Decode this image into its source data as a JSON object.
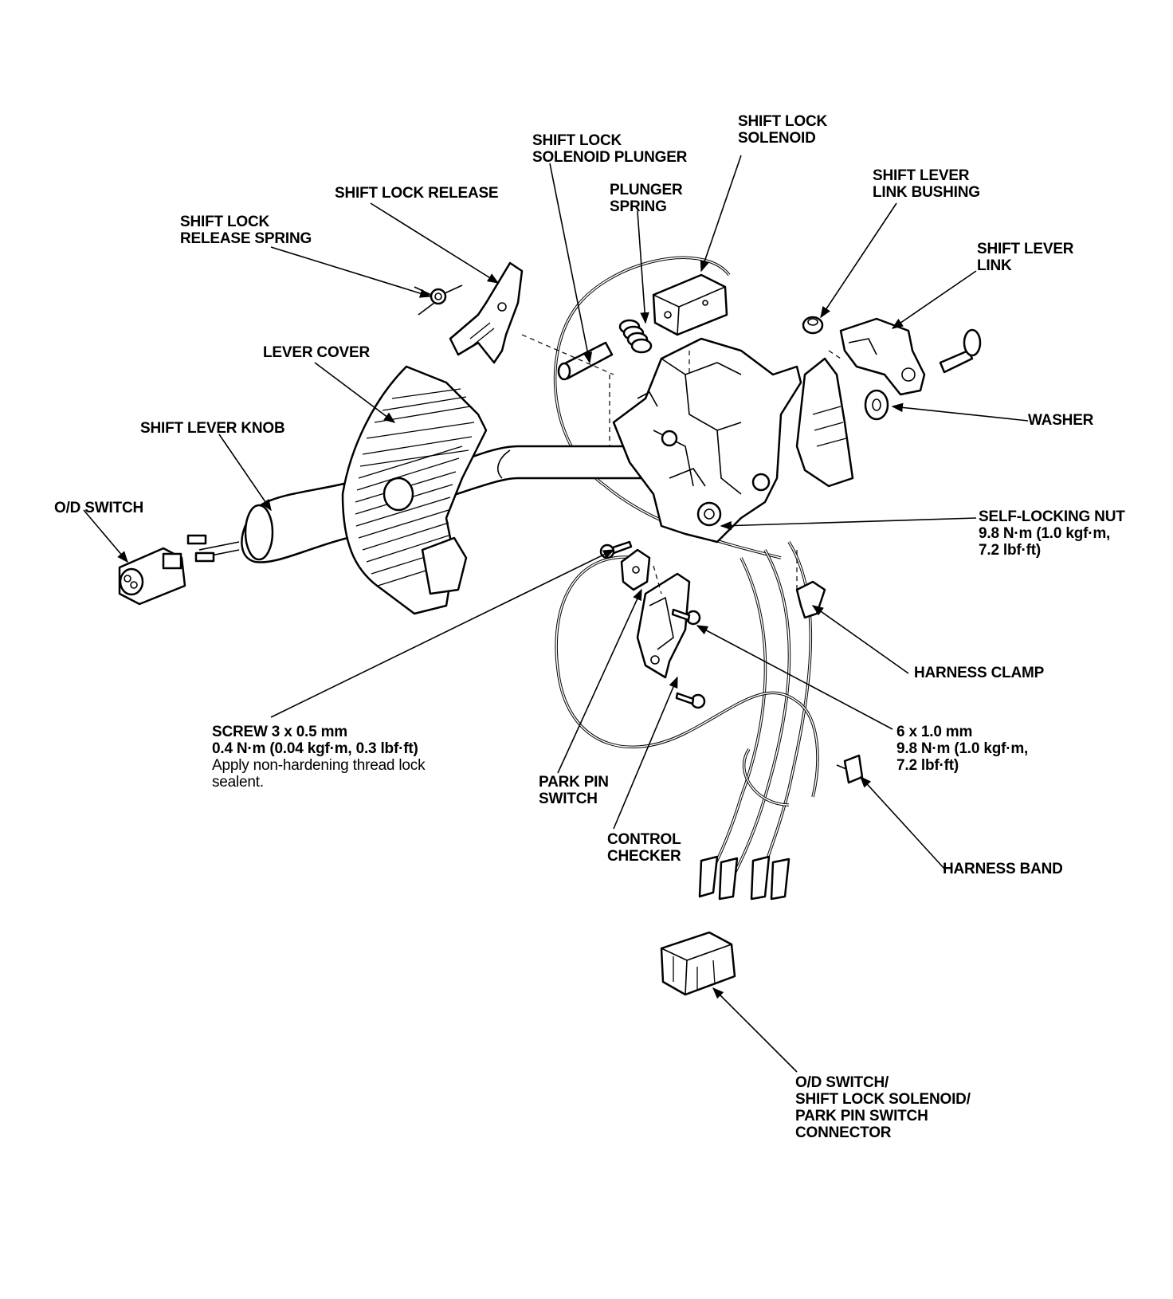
{
  "labels": {
    "shift_lock_solenoid": [
      "SHIFT LOCK",
      "SOLENOID"
    ],
    "shift_lock_solenoid_plunger": [
      "SHIFT LOCK",
      "SOLENOID PLUNGER"
    ],
    "plunger_spring": [
      "PLUNGER",
      "SPRING"
    ],
    "shift_lock_release": [
      "SHIFT LOCK RELEASE"
    ],
    "shift_lock_release_spring": [
      "SHIFT LOCK",
      "RELEASE SPRING"
    ],
    "shift_lever_link_bushing": [
      "SHIFT LEVER",
      "LINK BUSHING"
    ],
    "shift_lever_link": [
      "SHIFT LEVER",
      "LINK"
    ],
    "lever_cover": [
      "LEVER COVER"
    ],
    "shift_lever_knob": [
      "SHIFT LEVER KNOB"
    ],
    "washer": [
      "WASHER"
    ],
    "od_switch": [
      "O/D SWITCH"
    ],
    "self_locking_nut": [
      "SELF-LOCKING NUT",
      "9.8 N·m (1.0 kgf·m,",
      "7.2 lbf·ft)"
    ],
    "harness_clamp": [
      "HARNESS CLAMP"
    ],
    "screw": [
      "SCREW 3 x 0.5 mm",
      "0.4 N·m (0.04 kgf·m, 0.3 lbf·ft)"
    ],
    "screw_note": [
      "Apply non-hardening thread lock",
      "sealent."
    ],
    "bolt_6x1": [
      "6 x 1.0 mm",
      "9.8 N·m (1.0 kgf·m,",
      "7.2 lbf·ft)"
    ],
    "park_pin_switch": [
      "PARK PIN",
      "SWITCH"
    ],
    "control_checker": [
      "CONTROL",
      "CHECKER"
    ],
    "harness_band": [
      "HARNESS BAND"
    ],
    "connector": [
      "O/D SWITCH/",
      "SHIFT LOCK SOLENOID/",
      "PARK PIN SWITCH",
      "CONNECTOR"
    ]
  },
  "icons": {
    "arrowhead": "filled-triangle-arrow"
  }
}
